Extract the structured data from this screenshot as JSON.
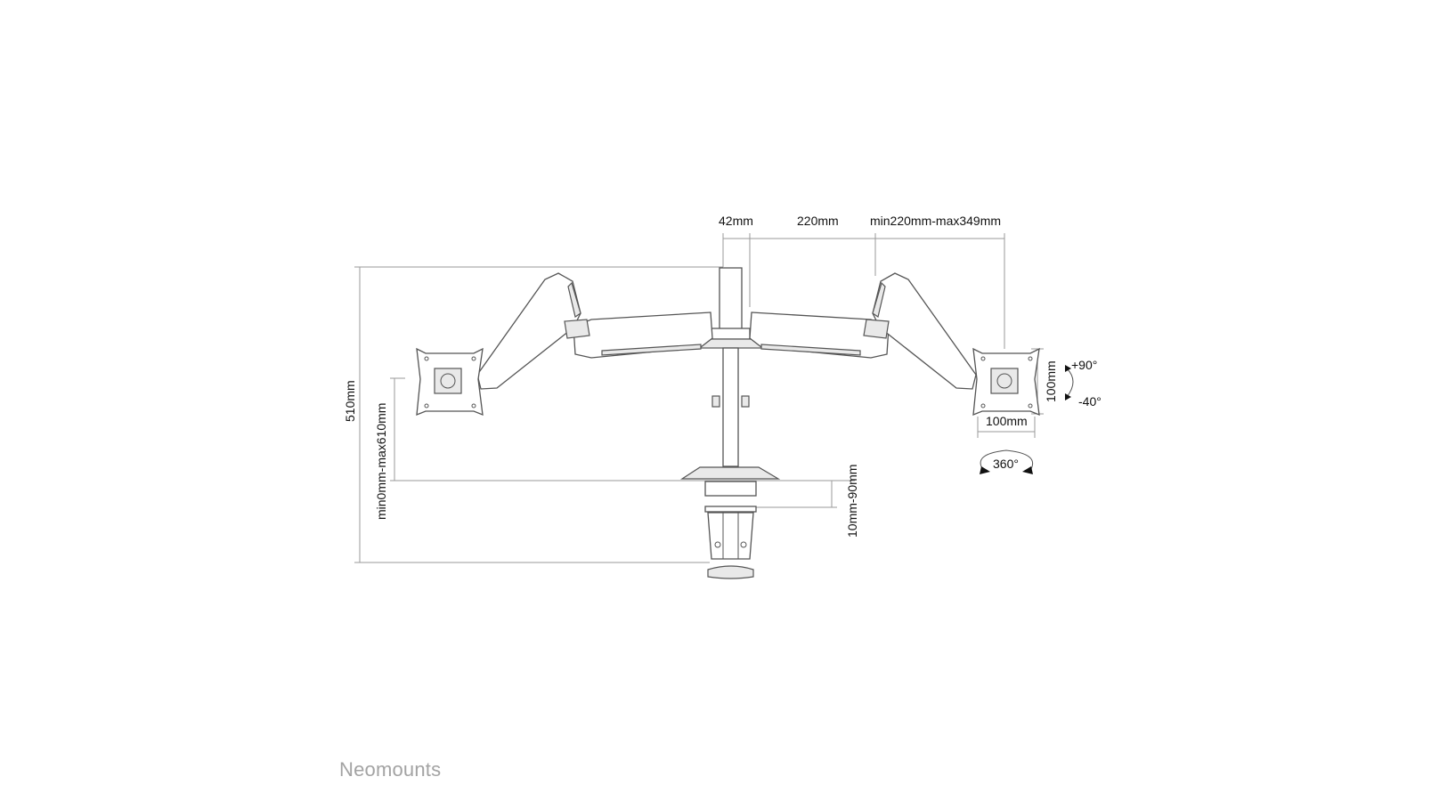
{
  "diagram": {
    "dimensions": {
      "pole_width": "42mm",
      "inner_arm": "220mm",
      "outer_arm": "min220mm-max349mm",
      "total_height": "510mm",
      "height_adjust": "min0mm-max610mm",
      "desk_thickness": "10mm-90mm",
      "vesa_height": "100mm",
      "vesa_width": "100mm"
    },
    "rotation": {
      "tilt_up": "+90°",
      "tilt_down": "-40°",
      "swivel": "360°"
    }
  },
  "brand": {
    "logo_text": "Neomounts"
  }
}
